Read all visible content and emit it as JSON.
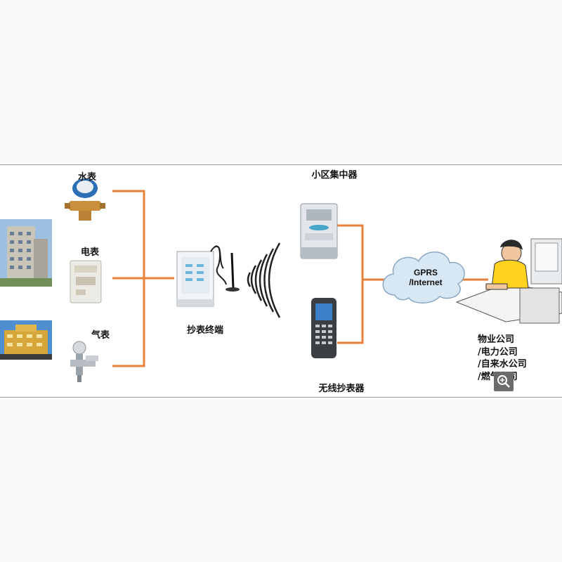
{
  "labels": {
    "water_meter": "水表",
    "electric_meter": "电表",
    "gas_meter": "气表",
    "terminal": "抄表终端",
    "concentrator": "小区集中器",
    "handheld": "无线抄表器",
    "cloud_line1": "GPRS",
    "cloud_line2": "/Internet"
  },
  "companies": [
    "物业公司",
    "/电力公司",
    "/自来水公司",
    "/燃气公司"
  ],
  "colors": {
    "connector": "#e8813a",
    "panel_border": "#9a9a9a",
    "cloud_fill": "#d7e7f4",
    "cloud_stroke": "#8aa8c4"
  },
  "icons": {
    "zoom": "zoom-in-icon"
  }
}
